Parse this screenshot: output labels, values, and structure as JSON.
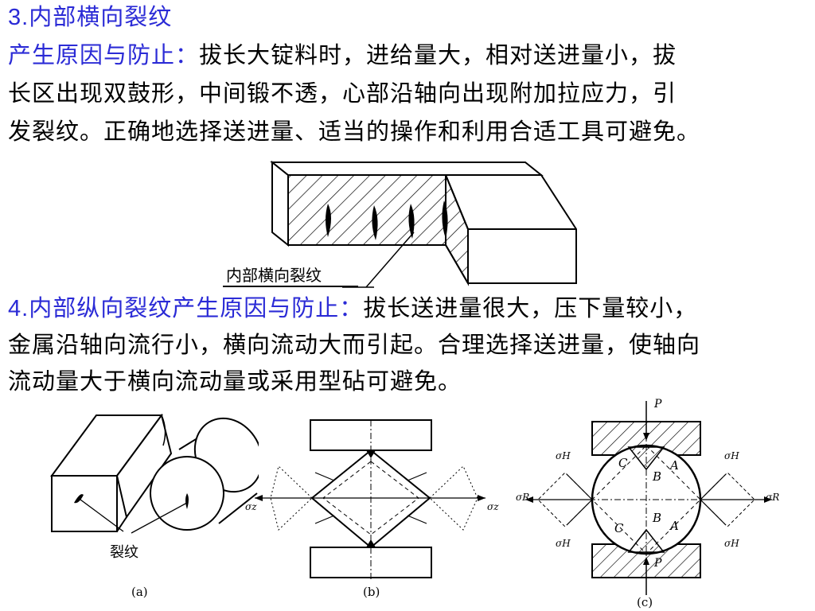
{
  "section3": {
    "number": "3.",
    "title": "内部横向裂纹",
    "cause_label": "产生原因与防止：",
    "line1": "拔长大锭料时，进给量大，相对送进量小，拔",
    "line2": "长区出现双鼓形，中间锻不透，心部沿轴向出现附加拉应力，引",
    "line3": "发裂纹。正确地选择送进量、适当的操作和利用合适工具可避免。",
    "figure_label": "内部横向裂纹"
  },
  "section4": {
    "number": "4.",
    "title_cause": "内部纵向裂纹产生原因与防止：",
    "line1": "拔长送进量很大，压下量较小，",
    "line2": "金属沿轴向流行小，横向流动大而引起。合理选择送进量，使轴向",
    "line3": "流动量大于横向流动量或采用型砧可避免。"
  },
  "figures": {
    "a_crack_label": "裂纹",
    "caption_a": "(a)",
    "caption_b": "(b)",
    "caption_c": "(c)",
    "sigma_z": "σz",
    "sigma_h": "σH",
    "sigma_r": "σR",
    "p": "P",
    "a": "A",
    "b": "B",
    "c": "C"
  }
}
